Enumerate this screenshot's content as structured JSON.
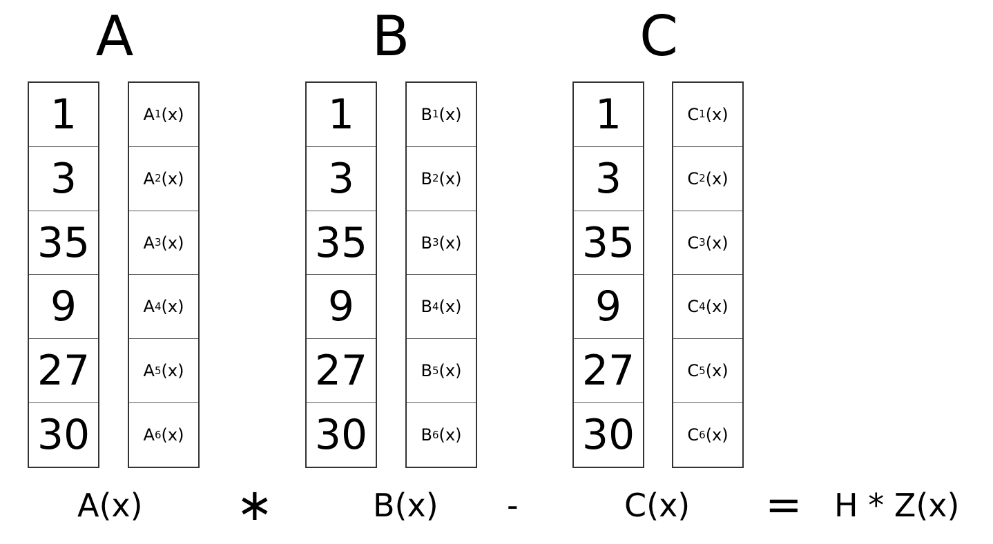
{
  "groups": [
    {
      "letter": "A",
      "values": [
        "1",
        "3",
        "35",
        "9",
        "27",
        "30"
      ],
      "poly_prefix": "A",
      "poly_suffix": "(x)",
      "indices": [
        "1",
        "2",
        "3",
        "4",
        "5",
        "6"
      ],
      "label": "A(x)"
    },
    {
      "letter": "B",
      "values": [
        "1",
        "3",
        "35",
        "9",
        "27",
        "30"
      ],
      "poly_prefix": "B",
      "poly_suffix": "(x)",
      "indices": [
        "1",
        "2",
        "3",
        "4",
        "5",
        "6"
      ],
      "label": "B(x)"
    },
    {
      "letter": "C",
      "values": [
        "1",
        "3",
        "35",
        "9",
        "27",
        "30"
      ],
      "poly_prefix": "C",
      "poly_suffix": "(x)",
      "indices": [
        "1",
        "2",
        "3",
        "4",
        "5",
        "6"
      ],
      "label": "C(x)"
    }
  ],
  "equation": {
    "times": "∗",
    "minus": "-",
    "equals": "=",
    "result": "H * Z(x)"
  }
}
